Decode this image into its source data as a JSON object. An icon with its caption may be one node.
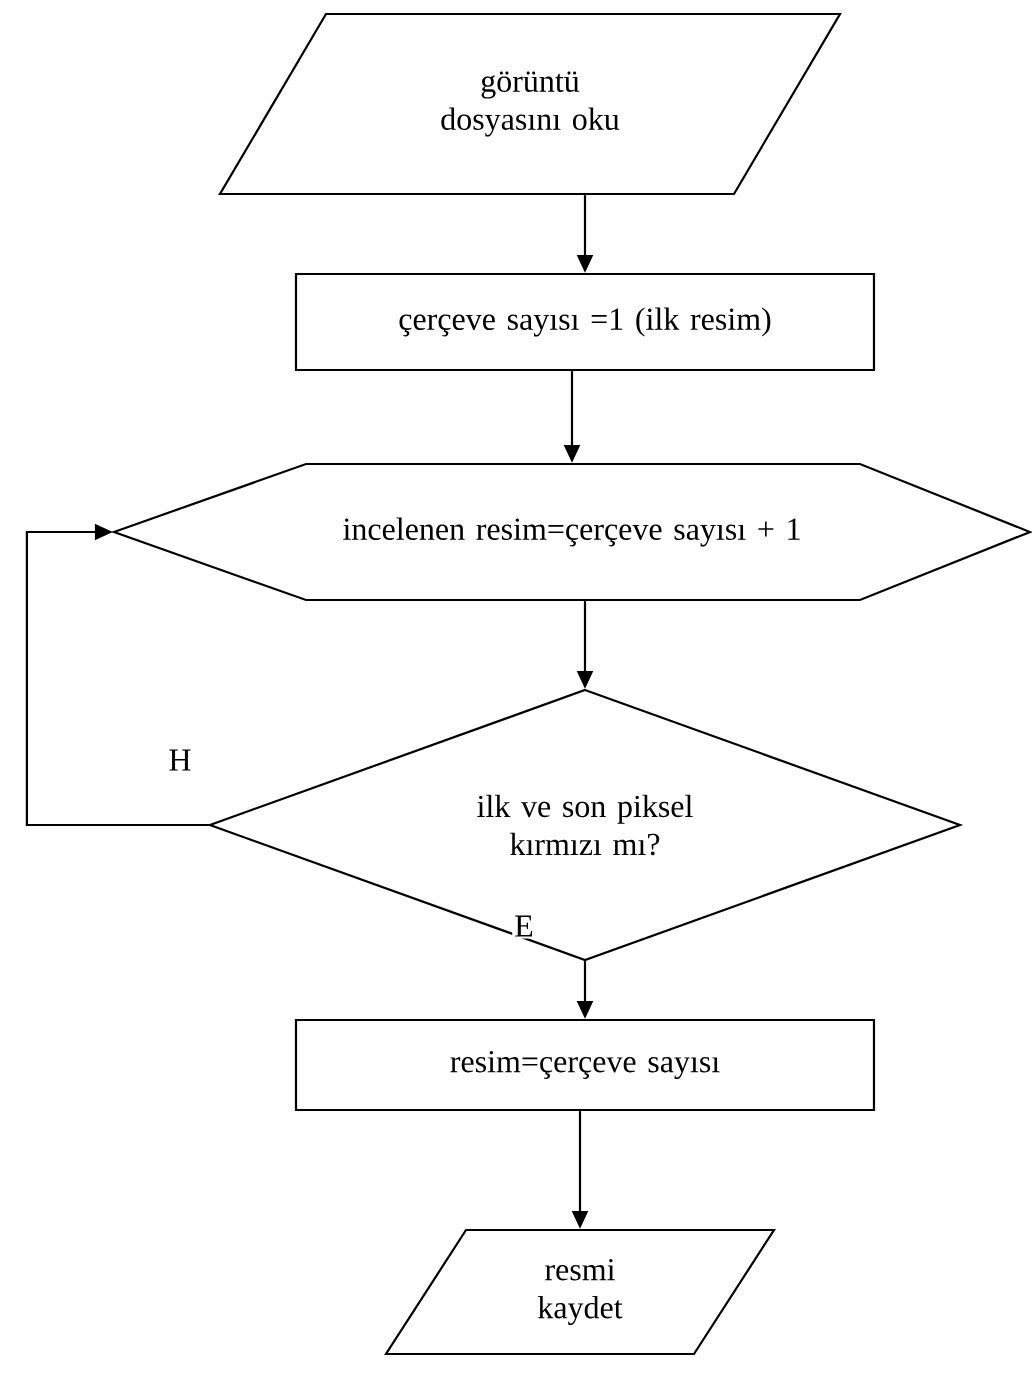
{
  "diagram": {
    "nodes": [
      {
        "text": [
          "görüntü dosyasını oku"
        ]
      },
      {
        "text": [
          "çerçeve sayısı =1 (ilk resim)"
        ]
      },
      {
        "text": [
          "incelenen resim=çerçeve sayısı + 1"
        ]
      },
      {
        "text": [
          "ilk ve son piksel kırmızı mı?"
        ]
      },
      {
        "text": [
          "resim=çerçeve sayısı"
        ]
      },
      {
        "text": [
          "resmi kaydet"
        ]
      }
    ],
    "edges": [
      {
        "from": 0,
        "to": 1,
        "arrow": "to"
      },
      {
        "from": 1,
        "to": 2,
        "arrow": "to"
      },
      {
        "from": 2,
        "to": 3,
        "arrow": "to"
      },
      {
        "from": 3,
        "to": 2,
        "arrow": "to",
        "label": "H"
      },
      {
        "from": 3,
        "to": 4,
        "arrow": "to",
        "label": "E"
      },
      {
        "from": 4,
        "to": 5,
        "arrow": "to"
      }
    ]
  }
}
